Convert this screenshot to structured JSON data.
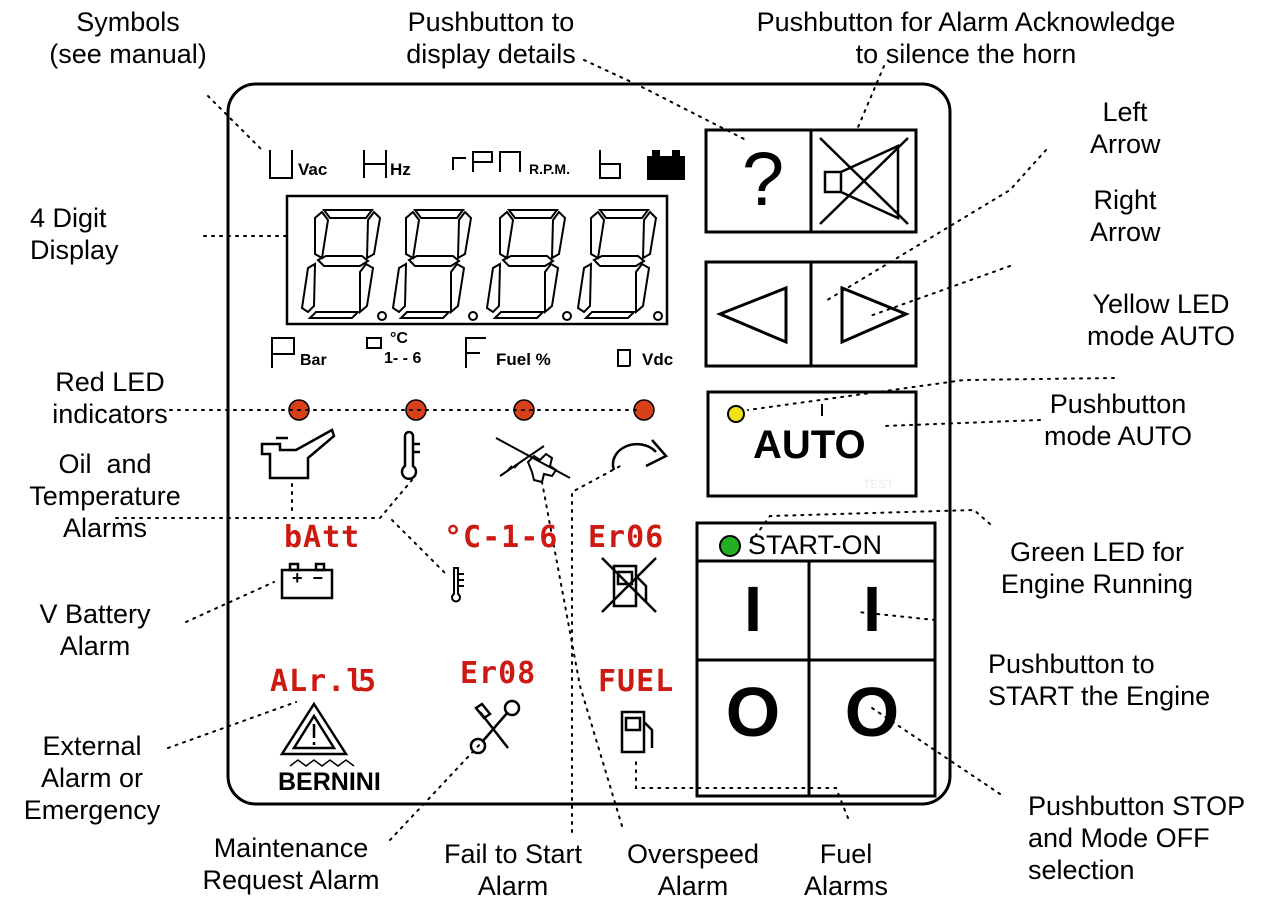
{
  "labels": {
    "symbols": "Symbols\n(see manual)",
    "display_details": "Pushbutton to\ndisplay details",
    "alarm_ack": "Pushbutton for Alarm Acknowledge\nto silence the horn",
    "left_arrow": "Left\nArrow",
    "right_arrow": "Right\nArrow",
    "digit_display": "4 Digit\nDisplay",
    "yellow_led": "Yellow LED\nmode AUTO",
    "pushbutton_auto": "Pushbutton\nmode AUTO",
    "red_led": "Red LED\nindicators",
    "oil_temp": "Oil  and\nTemperature\nAlarms",
    "green_led": "Green LED for\nEngine Running",
    "v_battery": "V Battery\nAlarm",
    "start_engine": "Pushbutton to\nSTART the Engine",
    "external_alarm": "External\nAlarm or\nEmergency",
    "stop_mode": "Pushbutton STOP\nand Mode OFF\nselection",
    "maintenance": "Maintenance\nRequest Alarm",
    "fail_start": "Fail to Start\nAlarm",
    "overspeed": "Overspeed\nAlarm",
    "fuel_alarms": "Fuel\nAlarms"
  },
  "symbols": {
    "vac": "Vac",
    "hz": "Hz",
    "rpm": "R.P.M.",
    "bar": "Bar",
    "celsius": "°C",
    "range": "1- - 6",
    "fuel": "Fuel %",
    "vdc": "Vdc"
  },
  "codes": {
    "batt": "bAtt",
    "temp": "°C-1-6",
    "er06": "Er06",
    "alr": "ALr.l",
    "alr_range": "5",
    "er08": "Er08",
    "fuel": "FUEL"
  },
  "buttons": {
    "help": "?",
    "auto": "AUTO",
    "test": "TEST",
    "start_on": "START-ON",
    "start1": "I",
    "start2": "I",
    "stop1": "O",
    "stop2": "O"
  },
  "logo": "BERNINI",
  "colors": {
    "red_led": "#d8401a",
    "yellow_led": "#f2e21a",
    "green_led": "#22b022",
    "code_red": "#cc1a12"
  }
}
